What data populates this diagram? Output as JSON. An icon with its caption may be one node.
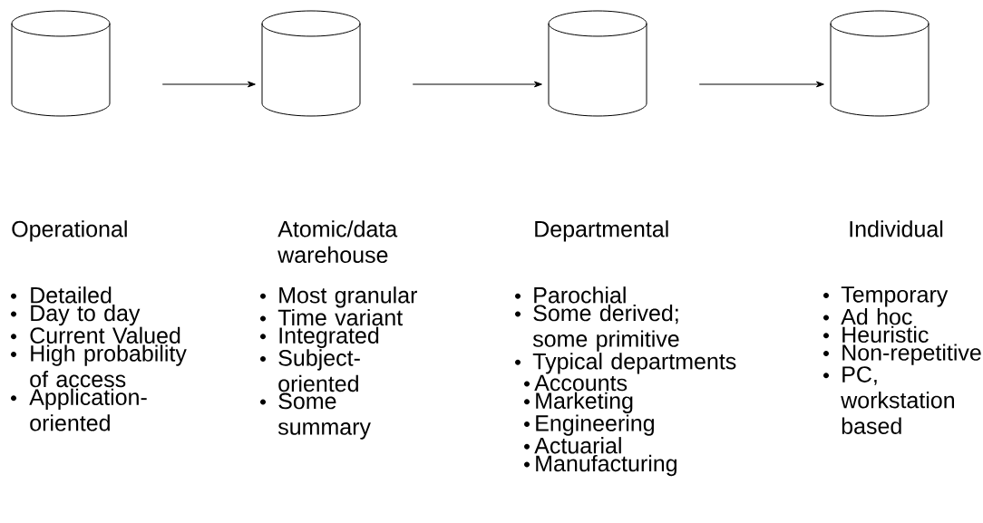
{
  "diagram": {
    "nodes": [
      {
        "text": [],
        "shape": "cylinder",
        "beside": [
          "Operational",
          "Detailed",
          "Day to day",
          "Current Valued",
          "High probability of access",
          "Application-oriented"
        ]
      },
      {
        "text": [],
        "shape": "cylinder",
        "beside": [
          "Atomic/data warehouse",
          "Most granular",
          "Time variant",
          "Integrated",
          "Subject-oriented",
          "Some summary"
        ]
      },
      {
        "text": [],
        "shape": "cylinder",
        "beside": [
          "Departmental",
          "Parochial",
          "Some derived; some primitive",
          "Typical departments",
          "Accounts",
          "Marketing",
          "Engineering",
          "Actuarial",
          "Manufacturing"
        ]
      },
      {
        "text": [],
        "shape": "cylinder",
        "beside": [
          "Individual",
          "Temporary",
          "Ad hoc",
          "Heuristic",
          "Non-repetitive",
          "PC, workstation based"
        ]
      }
    ],
    "edges": [
      {
        "from": 0,
        "to": 1,
        "arrow": "to"
      },
      {
        "from": 1,
        "to": 2,
        "arrow": "to"
      },
      {
        "from": 2,
        "to": 3,
        "arrow": "to"
      }
    ]
  }
}
